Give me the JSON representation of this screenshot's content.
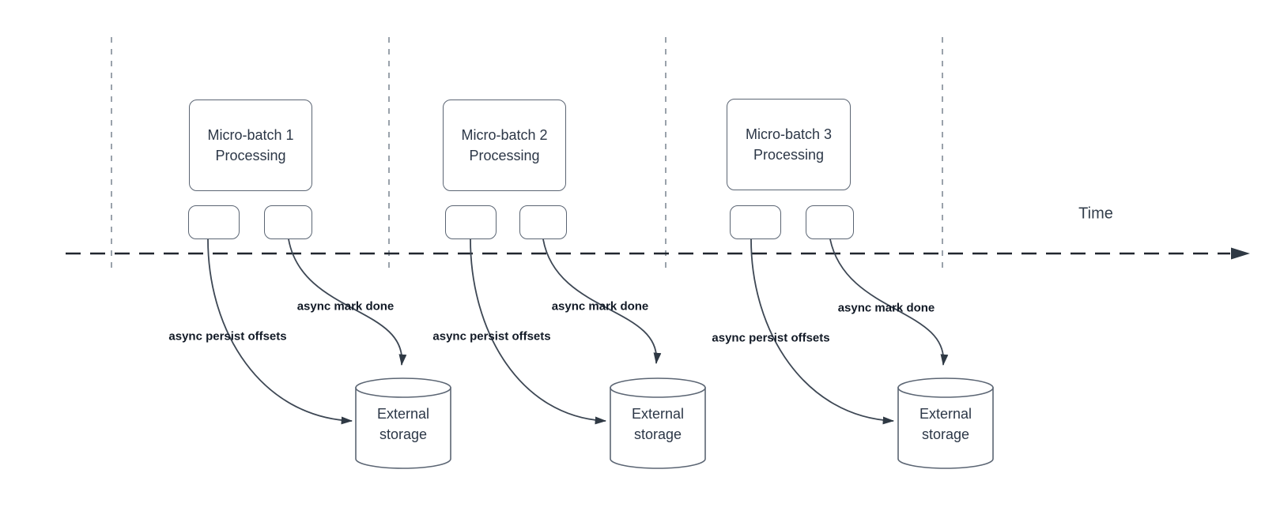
{
  "timeline": {
    "label": "Time"
  },
  "sections": [
    {
      "title": "Micro-batch 1 Processing",
      "persist_label": "async persist offsets",
      "done_label": "async mark done",
      "storage_label": "External storage"
    },
    {
      "title": "Micro-batch 2 Processing",
      "persist_label": "async persist offsets",
      "done_label": "async mark done",
      "storage_label": "External storage"
    },
    {
      "title": "Micro-batch 3 Processing",
      "persist_label": "async persist offsets",
      "done_label": "async mark done",
      "storage_label": "External storage"
    }
  ],
  "colors": {
    "shape_stroke": "#5b6573",
    "arrow_stroke": "#3d4754",
    "arrowhead_fill": "#2f3944",
    "timeline_stroke": "#20262e",
    "grid_stroke": "#9aa2ab",
    "node_text": "#2c3747",
    "flow_label_text": "#121a26"
  }
}
